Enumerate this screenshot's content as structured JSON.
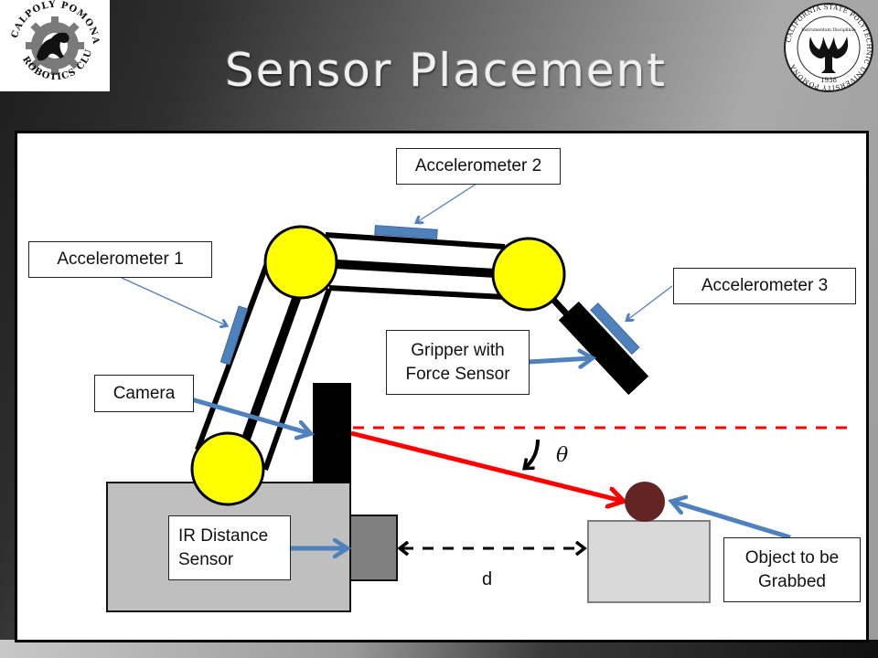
{
  "slide": {
    "title": "Sensor Placement",
    "logos": {
      "left": {
        "name": "calpoly-pomona-robotics-club-logo",
        "top_text": "CALPOLY POMONA",
        "bottom_text": "ROBOTICS CLUB"
      },
      "right": {
        "name": "cal-poly-pomona-seal",
        "ring_text": "CALIFORNIA STATE POLYTECHNIC UNIVERSITY POMONA",
        "motto": "Instrumentum Disciplinae",
        "year": "1938"
      }
    }
  },
  "diagram": {
    "labels": {
      "accelerometer_1": "Accelerometer 1",
      "accelerometer_2": "Accelerometer 2",
      "accelerometer_3": "Accelerometer 3",
      "gripper_line1": "Gripper with",
      "gripper_line2": "Force Sensor",
      "camera": "Camera",
      "ir_line1": "IR Distance",
      "ir_line2": "Sensor",
      "object_line1": "Object to be",
      "object_line2": "Grabbed",
      "angle_symbol": "θ",
      "distance_symbol": "d"
    },
    "colors": {
      "joint": "#ffff00",
      "sensor": "#4f81bd",
      "pointer_arrow": "#4f81bd",
      "line_of_sight": "#ff0000",
      "base": "#bfbfbf",
      "ir_sensor": "#808080",
      "object": "#632523",
      "table": "#d9d9d9"
    }
  }
}
